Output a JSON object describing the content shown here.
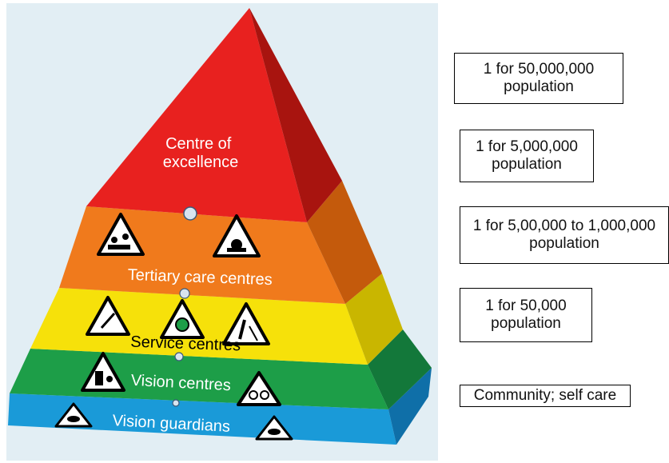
{
  "pyramid": {
    "tiers": [
      {
        "label": "Vision guardians",
        "color": "#1a9ad8"
      },
      {
        "label": "Vision centres",
        "color": "#1d9e48"
      },
      {
        "label": "Service centres",
        "color": "#f6e10a"
      },
      {
        "label": "Tertiary care centres",
        "color": "#f07a1c"
      },
      {
        "label_lines": [
          "Centre of",
          "excellence"
        ],
        "color": "#e8211f"
      }
    ]
  },
  "population_boxes": [
    {
      "lines": [
        "1 for 50,000,000",
        "population"
      ]
    },
    {
      "lines": [
        "1 for 5,000,000",
        "population"
      ]
    },
    {
      "lines": [
        "1 for 5,00,000 to 1,000,000",
        "population"
      ]
    },
    {
      "lines": [
        "1 for 50,000",
        "population"
      ]
    },
    {
      "lines": [
        "Community; self care"
      ]
    }
  ]
}
